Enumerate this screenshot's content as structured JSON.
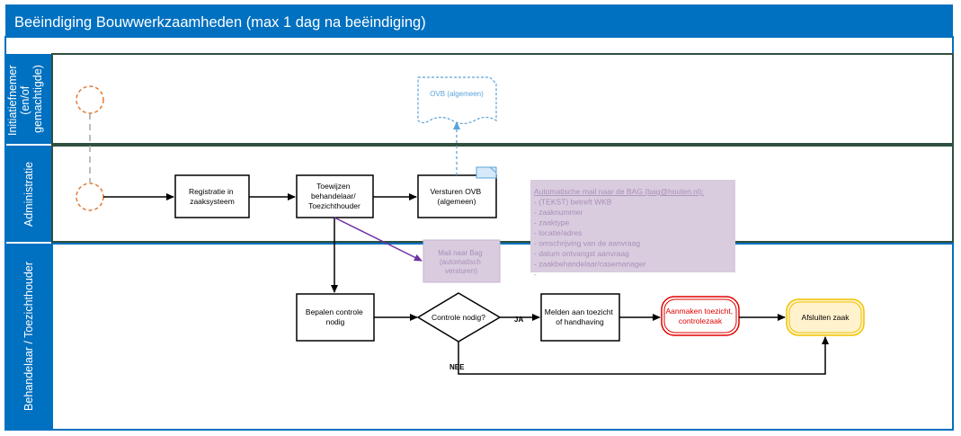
{
  "diagram": {
    "title": "Beëindiging Bouwwerkzaamheden (max 1 dag na beëindiging)",
    "colors": {
      "lane_blue": "#0070C0",
      "lane_border_dark": "#2F4F3F",
      "event_orange": "#E07B39",
      "flow_black": "#000000",
      "dashed_grey": "#A6A6A6",
      "doc_blue": "#5BA3D9",
      "assoc_purple": "#7030A0",
      "note_fill": "#D9CCDF",
      "note_text": "#A98FB8",
      "end_red": "#E00000",
      "end_yellow_fill": "#FFF2CC",
      "end_yellow_border": "#F2C200"
    },
    "lanes": [
      {
        "label_lines": [
          "Initiatiefnemer",
          "(en/of",
          "gemachtigde)"
        ]
      },
      {
        "label_lines": [
          "Administratie"
        ]
      },
      {
        "label_lines": [
          "Behandelaar / Toezichthouder"
        ]
      }
    ],
    "nodes": {
      "registratie": {
        "lines": [
          "Registratie in",
          "zaaksysteem"
        ]
      },
      "toewijzen": {
        "lines": [
          "Toewijzen",
          "behandelaar/",
          "Toezichthouder"
        ]
      },
      "versturen": {
        "lines": [
          "Versturen OVB",
          "(algemeen)"
        ]
      },
      "ovb_doc": {
        "lines": [
          "OVB (algemeen)"
        ]
      },
      "mail_bag": {
        "lines": [
          "Mail naar Bag",
          "(automatisch",
          "versturen)"
        ]
      },
      "bepalen": {
        "lines": [
          "Bepalen controle",
          "nodig"
        ]
      },
      "controle_gateway": {
        "lines": [
          "Controle nodig?"
        ]
      },
      "melden": {
        "lines": [
          "Melden aan toezicht",
          "of handhaving"
        ]
      },
      "aanmaken": {
        "lines": [
          "Aanmaken toezicht,",
          "controlezaak"
        ]
      },
      "afsluiten": {
        "lines": [
          "Afsluiten zaak"
        ]
      }
    },
    "annotation": {
      "heading": "Automatische mail naar de BAG (bag@houten.nl):",
      "items": [
        "- (TEKST) betreft WKB",
        "- zaaknummer",
        "- zaaktype",
        "- locatie/adres",
        "- omschrijving van de aanvraag",
        "- datum ontvangst aanvraag",
        "- zaakbehandelaar/casemanager",
        "-"
      ]
    },
    "flow_labels": {
      "ja": "JA",
      "nee": "NEE"
    }
  }
}
